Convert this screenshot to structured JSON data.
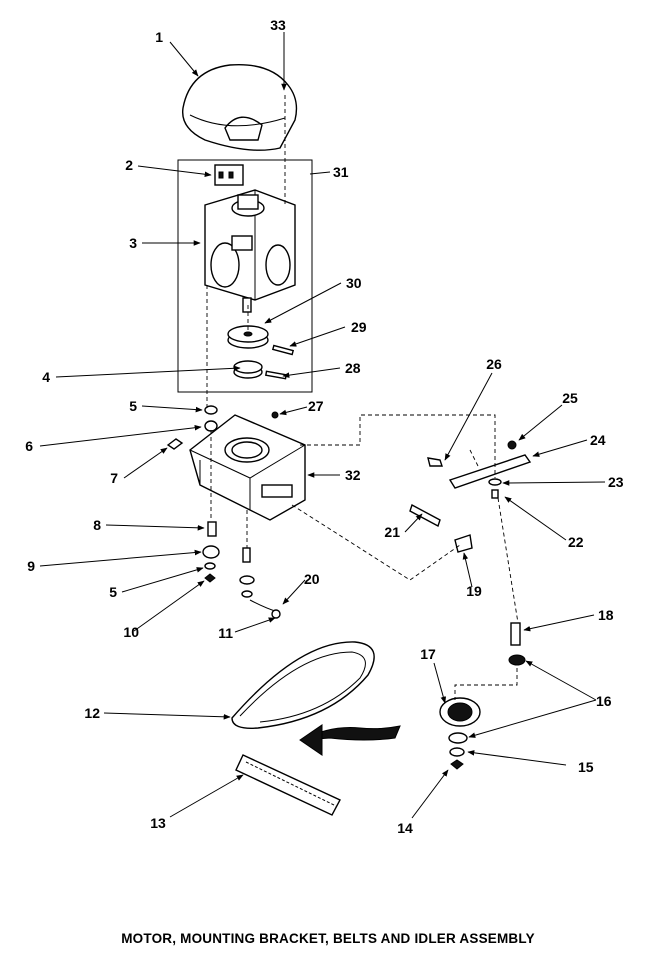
{
  "caption": "MOTOR, MOUNTING BRACKET, BELTS AND IDLER ASSEMBLY",
  "callouts": [
    {
      "id": "1",
      "label": "1"
    },
    {
      "id": "2",
      "label": "2"
    },
    {
      "id": "3",
      "label": "3"
    },
    {
      "id": "4",
      "label": "4"
    },
    {
      "id": "5a",
      "label": "5"
    },
    {
      "id": "5b",
      "label": "5"
    },
    {
      "id": "6",
      "label": "6"
    },
    {
      "id": "7",
      "label": "7"
    },
    {
      "id": "8",
      "label": "8"
    },
    {
      "id": "9",
      "label": "9"
    },
    {
      "id": "10",
      "label": "10"
    },
    {
      "id": "11",
      "label": "11"
    },
    {
      "id": "12",
      "label": "12"
    },
    {
      "id": "13",
      "label": "13"
    },
    {
      "id": "14",
      "label": "14"
    },
    {
      "id": "15",
      "label": "15"
    },
    {
      "id": "16",
      "label": "16"
    },
    {
      "id": "17",
      "label": "17"
    },
    {
      "id": "18",
      "label": "18"
    },
    {
      "id": "19",
      "label": "19"
    },
    {
      "id": "20",
      "label": "20"
    },
    {
      "id": "21",
      "label": "21"
    },
    {
      "id": "22",
      "label": "22"
    },
    {
      "id": "23",
      "label": "23"
    },
    {
      "id": "24",
      "label": "24"
    },
    {
      "id": "25",
      "label": "25"
    },
    {
      "id": "26",
      "label": "26"
    },
    {
      "id": "27",
      "label": "27"
    },
    {
      "id": "28",
      "label": "28"
    },
    {
      "id": "29",
      "label": "29"
    },
    {
      "id": "30",
      "label": "30"
    },
    {
      "id": "31",
      "label": "31"
    },
    {
      "id": "32",
      "label": "32"
    },
    {
      "id": "33",
      "label": "33"
    }
  ]
}
